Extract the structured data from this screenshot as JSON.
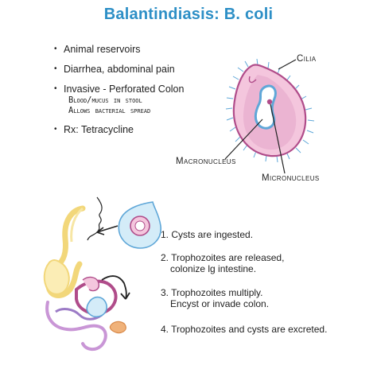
{
  "title": "Balantindiasis: B. coli",
  "bullets": {
    "b0": "Animal reservoirs",
    "b1": "Diarrhea, abdominal pain",
    "b2": "Invasive - Perforated Colon",
    "b2_sub1": "Blood/mucus in stool",
    "b2_sub2": "Allows bacterial spread",
    "b3": "Rx: Tetracycline"
  },
  "labels": {
    "cilia": "Cilia",
    "macronucleus": "Macronucleus",
    "micronucleus": "Micronucleus"
  },
  "steps": {
    "s1": "1. Cysts are ingested.",
    "s2_line1": "2. Trophozoites are released,",
    "s2_line2": "colonize lg intestine.",
    "s3_line1": "3. Trophozoites multiply.",
    "s3_line2": "Encyst or invade colon.",
    "s4": "4. Trophozoites and cysts are excreted."
  },
  "colors": {
    "title": "#2d8fc6",
    "cell_fill": "#f4c6dd",
    "cell_border": "#b04c8a",
    "cilia": "#5fa7d8",
    "nucleus": "#7fc3e8"
  }
}
